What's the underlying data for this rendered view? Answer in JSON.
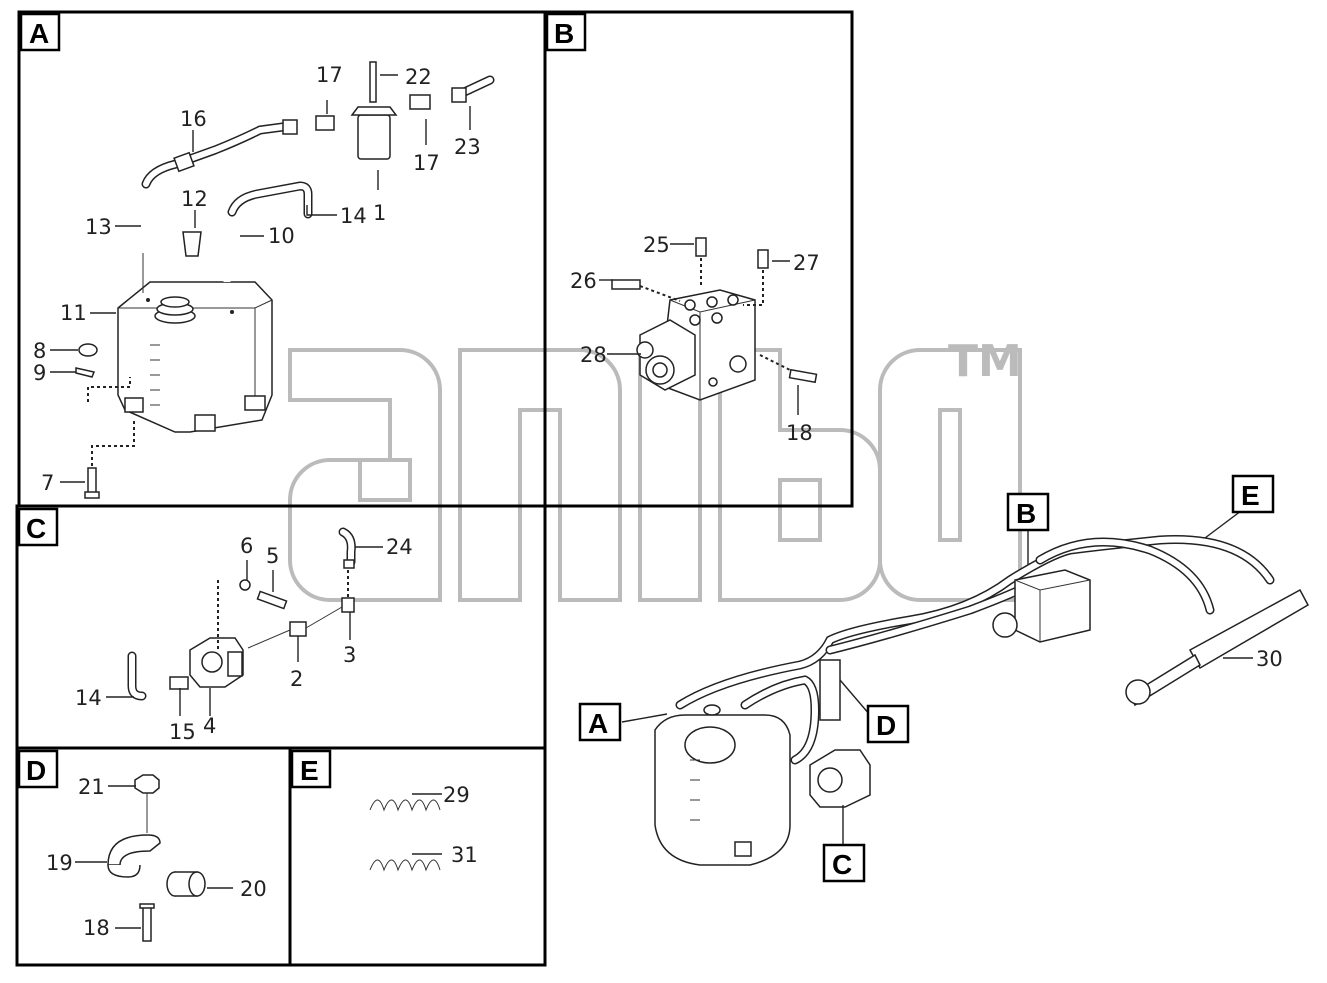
{
  "sections": {
    "A": "A",
    "B": "B",
    "C": "C",
    "D": "D",
    "E": "E"
  },
  "overview_callouts": {
    "A": "A",
    "B": "B",
    "C": "C",
    "D": "D",
    "E": "E"
  },
  "watermark": {
    "trademark": "TM"
  },
  "parts": {
    "p1": "1",
    "p2": "2",
    "p3": "3",
    "p4": "4",
    "p5": "5",
    "p6": "6",
    "p7": "7",
    "p8": "8",
    "p9": "9",
    "p10": "10",
    "p11": "11",
    "p12": "12",
    "p13": "13",
    "p14a": "14",
    "p14c": "14",
    "p15": "15",
    "p16": "16",
    "p17a": "17",
    "p17b": "17",
    "p18b": "18",
    "p18d": "18",
    "p19": "19",
    "p20": "20",
    "p21": "21",
    "p22": "22",
    "p23": "23",
    "p24": "24",
    "p25": "25",
    "p26": "26",
    "p27": "27",
    "p28": "28",
    "p29": "29",
    "p30": "30",
    "p31": "31"
  }
}
